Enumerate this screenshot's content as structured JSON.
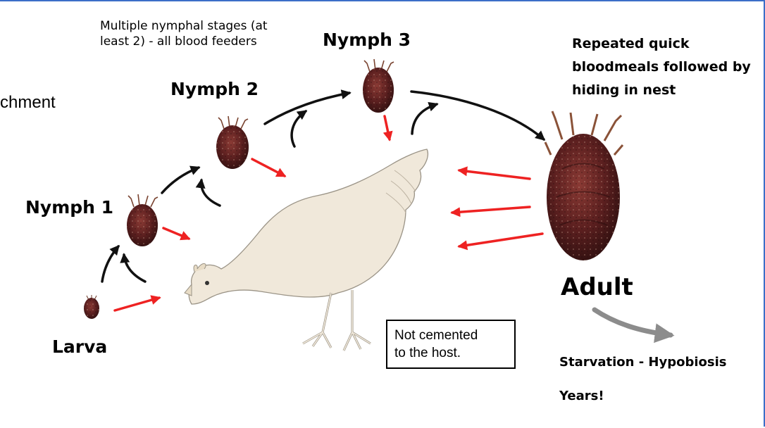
{
  "side_text": "chment",
  "note_nymphal": [
    "Multiple nymphal stages (at",
    "least 2) - all blood feeders"
  ],
  "labels": {
    "larva": "Larva",
    "nymph1": "Nymph 1",
    "nymph2": "Nymph 2",
    "nymph3": "Nymph 3",
    "adult": "Adult"
  },
  "adult_note": [
    "Repeated quick",
    "bloodmeals followed by",
    "hiding in nest"
  ],
  "callout": [
    "Not cemented",
    "to the host."
  ],
  "starvation": "Starvation - Hypobiosis",
  "years": "Years!",
  "colors": {
    "feeding_arrow": "#ee2222",
    "molt_arrow": "#111111",
    "outcome_arrow": "#8c8c8c",
    "host_fill": "#f0e8da",
    "tick_body": "#5b1f1f",
    "frame": "#3b6ec8"
  }
}
